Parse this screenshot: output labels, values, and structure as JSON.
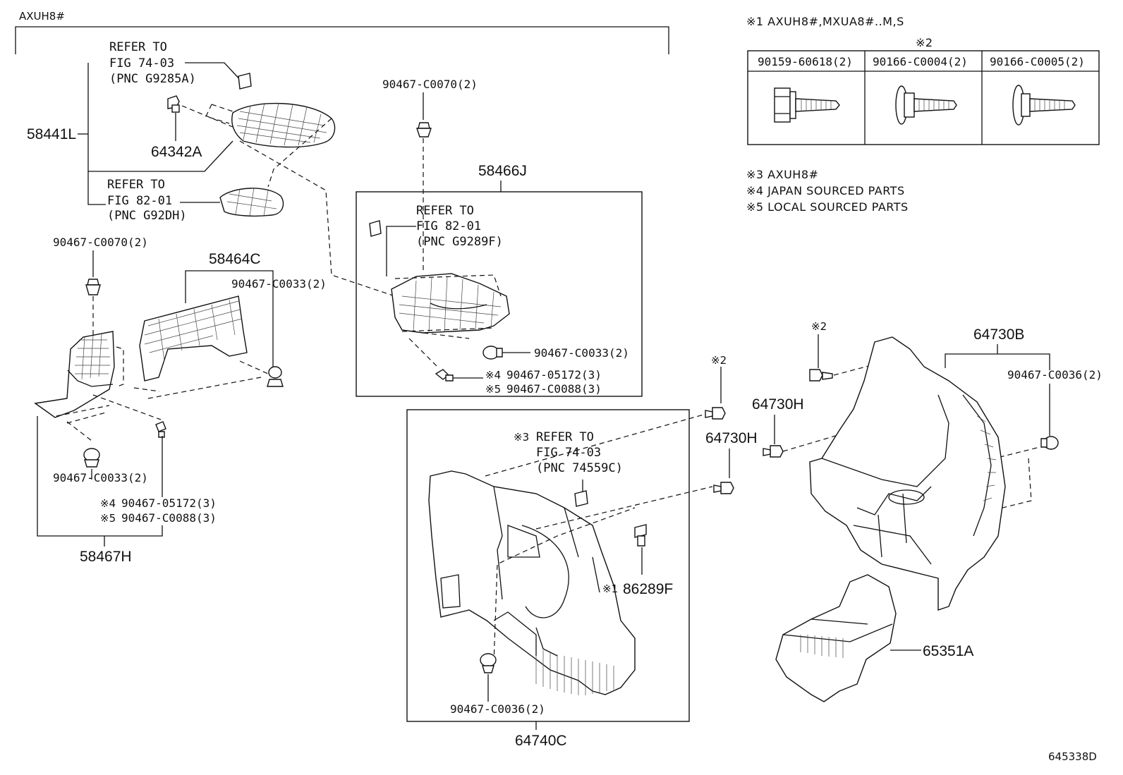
{
  "header_code": "AXUH8#",
  "figure_code": "645338D",
  "notes": {
    "n1": "※1 AXUH8#,MXUA8#..M,S",
    "n2_header": "※2",
    "n3": "※3 AXUH8#",
    "n4": "※4 JAPAN SOURCED PARTS",
    "n5": "※5 LOCAL SOURCED PARTS"
  },
  "fastener_table": {
    "columns": [
      "90159-60618(2)",
      "90166-C0004(2)",
      "90166-C0005(2)"
    ]
  },
  "parts": {
    "p58441L": "58441L",
    "p64342A": "64342A",
    "p58464C": "58464C",
    "p58467H": "58467H",
    "p58466J": "58466J",
    "p64730B": "64730B",
    "p64730H_a": "64730H",
    "p64730H_b": "64730H",
    "p86289F": "86289F",
    "p65351A": "65351A",
    "p64740C": "64740C"
  },
  "refs": {
    "r1": [
      "REFER TO",
      "FIG 74-03",
      "(PNC G9285A)"
    ],
    "r2": [
      "REFER TO",
      "FIG 82-01",
      "(PNC G92DH)"
    ],
    "r3": [
      "REFER TO",
      "FIG 82-01",
      "(PNC G9289F)"
    ],
    "r4": [
      "REFER TO",
      "FIG 74-03",
      "(PNC 74559C)"
    ]
  },
  "fasteners": {
    "f_c0070_top": "90467-C0070(2)",
    "f_c0070_left": "90467-C0070(2)",
    "f_c0033_mid": "90467-C0033(2)",
    "f_c0033_right": "90467-C0033(2)",
    "f_c0033_left": "90467-C0033(2)",
    "f_05172_right": "90467-05172(3)",
    "f_c0088_right": "90467-C0088(3)",
    "f_05172_left": "90467-05172(3)",
    "f_c0088_left": "90467-C0088(3)",
    "f_c0036_right": "90467-C0036(2)",
    "f_c0036_bottom": "90467-C0036(2)"
  },
  "marks": {
    "m1": "※1",
    "m2a": "※2",
    "m2b": "※2",
    "m3": "※3",
    "m4a": "※4",
    "m5a": "※5",
    "m4b": "※4",
    "m5b": "※5"
  }
}
